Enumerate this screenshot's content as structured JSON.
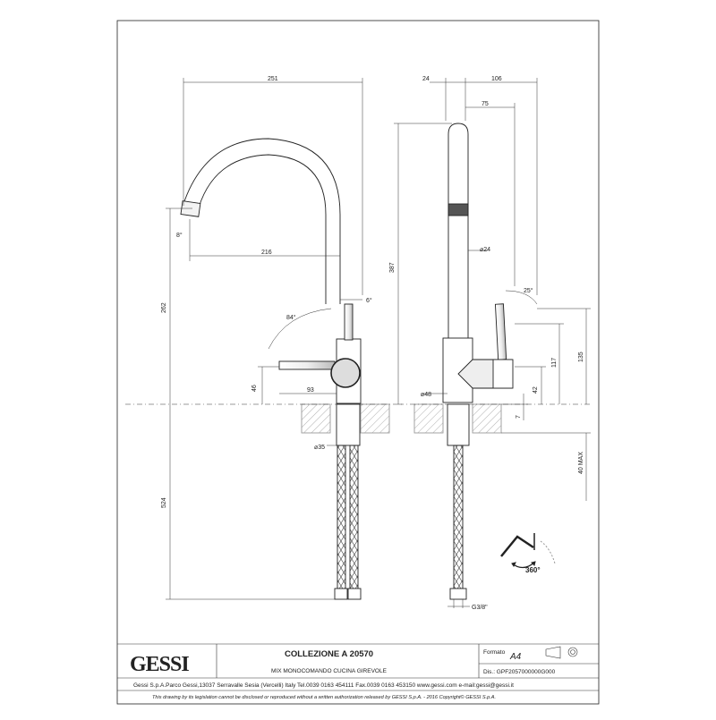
{
  "drawing": {
    "side_view_dims": {
      "overall_reach": "251",
      "spout_reach": "216",
      "spout_angle": "8°",
      "lever_tilt": "6°",
      "lever_swing": "84°",
      "height_to_spout": "262",
      "lever_height": "46",
      "lever_reach": "93",
      "shank_diameter": "35",
      "hose_length": "524"
    },
    "front_view_dims": {
      "offset_left": "24",
      "width_right": "106",
      "width_75": "75",
      "total_height": "387",
      "spout_diameter": "24",
      "lever_angle": "25°",
      "body_diameter": "48",
      "height_135": "135",
      "height_117": "117",
      "height_42": "42",
      "height_7": "7",
      "deck_max": "40 MAX",
      "connection": "G3/8\""
    },
    "rotation_label": "360°"
  },
  "title_block": {
    "logo_text": "GESSI",
    "collection": "COLLEZIONE A 20570",
    "description": "MIX MONOCOMANDO CUCINA GIREVOLE",
    "formato_label": "Formato",
    "formato_value": "A4",
    "dis_label": "Dis.: GPF2057000000G000",
    "address": "Gessi S.p.A.Parco Gessi,13037 Serravalle Sesia (Vercelli) Italy Tel.0039 0163 454111 Fax.0039 0163 453150 www.gessi.com e-mail:gessi@gessi.it",
    "legal": "This drawing by its legislation cannot be disclosed or reproduced without a written authorization released by GESSI S.p.A. - 2016 Copyright© GESSI S.p.A."
  }
}
